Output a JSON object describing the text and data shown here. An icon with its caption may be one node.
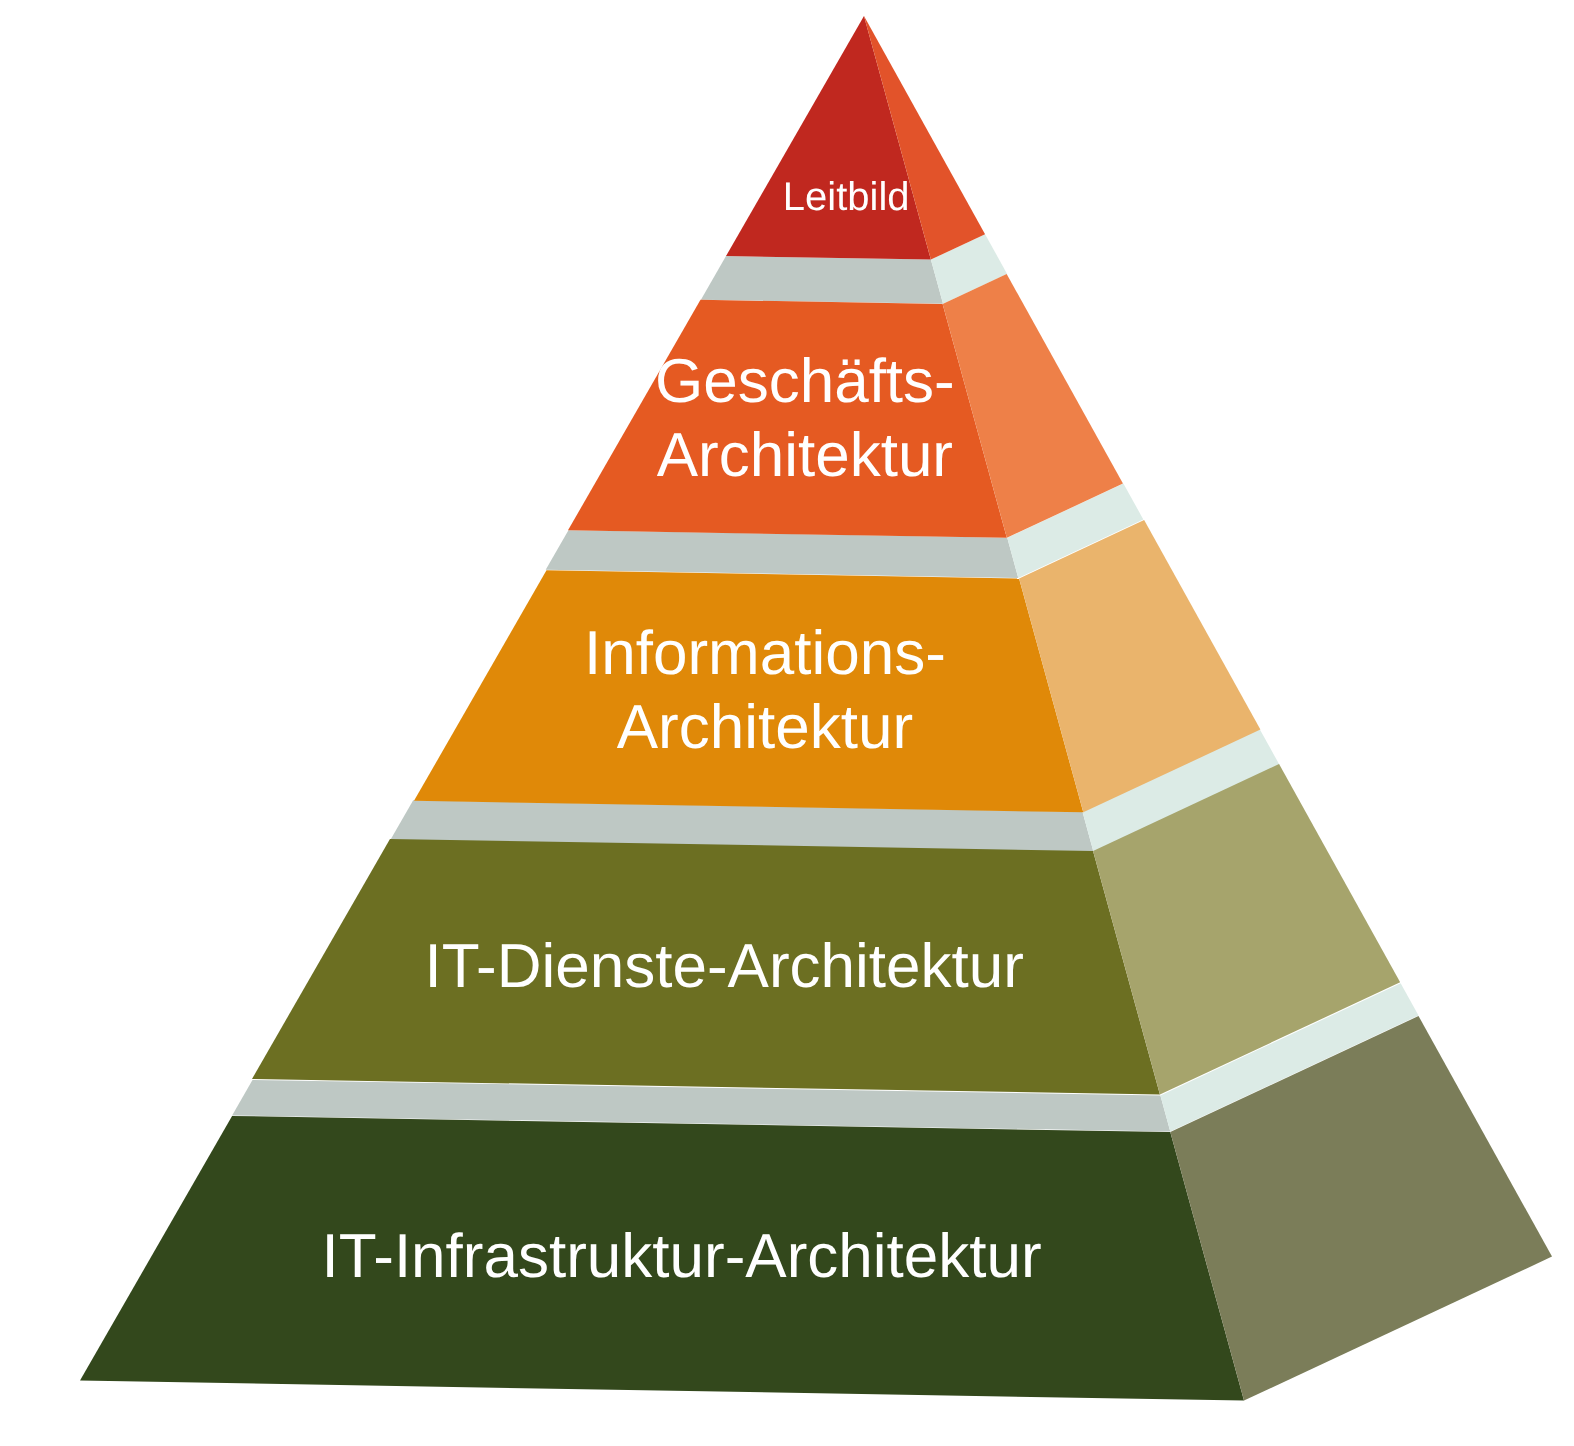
{
  "diagram": {
    "nodes": [
      {
        "text": [
          "Leitbild"
        ]
      },
      {
        "text": [
          "Geschäfts- Architektur"
        ]
      },
      {
        "text": [
          "Informations- Architektur"
        ]
      },
      {
        "text": [
          "IT-Dienste-Architektur"
        ]
      },
      {
        "text": [
          "IT-Infrastruktur-Architektur"
        ]
      }
    ]
  }
}
